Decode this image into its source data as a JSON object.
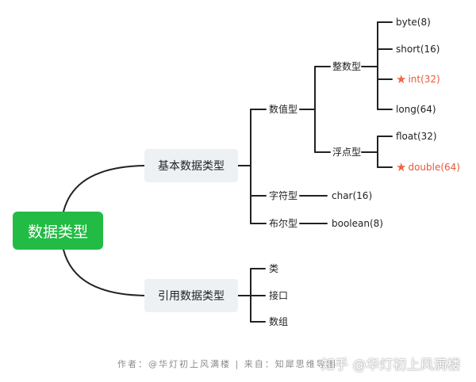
{
  "root": {
    "label": "数据类型"
  },
  "branches": {
    "basic": {
      "label": "基本数据类型"
    },
    "reference": {
      "label": "引用数据类型"
    }
  },
  "basic_children": {
    "numeric": {
      "label": "数值型"
    },
    "char_type": {
      "label": "字符型"
    },
    "bool_type": {
      "label": "布尔型"
    }
  },
  "numeric_children": {
    "integer": {
      "label": "整数型"
    },
    "floating": {
      "label": "浮点型"
    }
  },
  "integer_items": [
    {
      "label": "byte(8)",
      "starred": false
    },
    {
      "label": "short(16)",
      "starred": false
    },
    {
      "label": "int(32)",
      "starred": true
    },
    {
      "label": "long(64)",
      "starred": false
    }
  ],
  "float_items": [
    {
      "label": "float(32)",
      "starred": false
    },
    {
      "label": "double(64)",
      "starred": true
    }
  ],
  "char_item": {
    "label": "char(16)"
  },
  "bool_item": {
    "label": "boolean(8)"
  },
  "reference_children": [
    {
      "label": "类"
    },
    {
      "label": "接口"
    },
    {
      "label": "数组"
    }
  ],
  "footer": {
    "credit": "作者：@华灯初上风满楼 | 来自：知犀思维导图",
    "watermark": "知乎 @华灯初上风满楼"
  },
  "colors": {
    "root_bg": "#22bb44",
    "box_bg": "#eef1f4",
    "star": "#f06540",
    "highlight_text": "#e8583a",
    "line": "#222222"
  },
  "icons": {
    "star": "star-icon"
  }
}
